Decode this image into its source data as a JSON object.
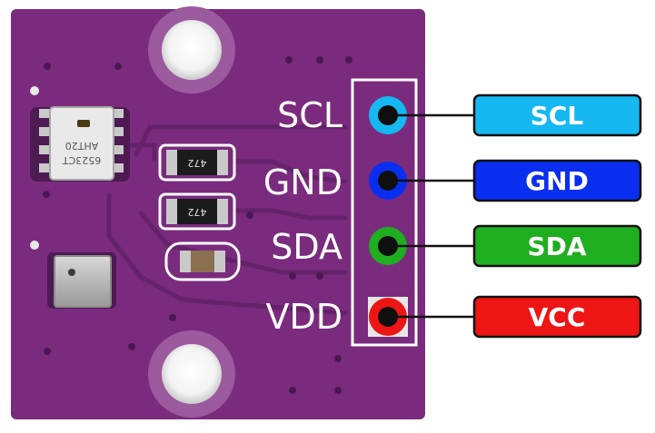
{
  "board": {
    "silkscreen": {
      "scl": "SCL",
      "gnd": "GND",
      "sda": "SDA",
      "vdd": "VDD"
    },
    "chips": {
      "aht": {
        "line1": "AHT20",
        "line2": "6523CT"
      },
      "res1": "472",
      "res2": "472"
    }
  },
  "pins": [
    {
      "name": "SCL",
      "label": "SCL",
      "color": "#15b8f0"
    },
    {
      "name": "GND",
      "label": "GND",
      "color": "#0a2ef0"
    },
    {
      "name": "SDA",
      "label": "SDA",
      "color": "#1fae1f"
    },
    {
      "name": "VCC",
      "label": "VCC",
      "color": "#ee1515"
    }
  ],
  "colors": {
    "pcb": "#7a2b7e",
    "pcb_dark": "#5d1f61",
    "silk": "#ffffff"
  }
}
